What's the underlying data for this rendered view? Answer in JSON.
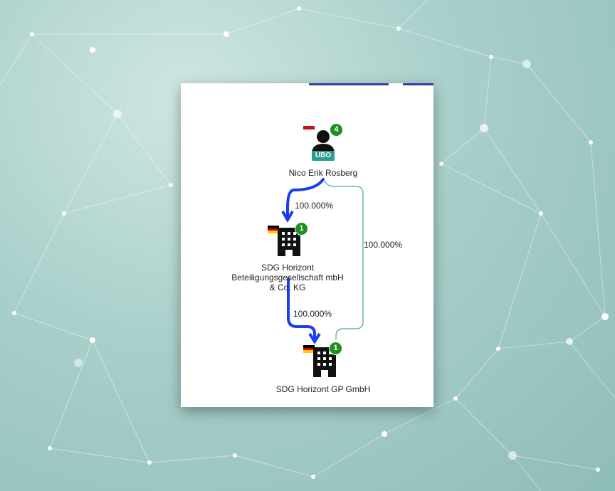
{
  "diagram": {
    "nodes": [
      {
        "id": "ubo",
        "name": "Nico Erik Rosberg",
        "type": "person",
        "badge": "4",
        "tag": "UBO"
      },
      {
        "id": "kg",
        "name_lines": [
          "SDG Horizont",
          "Beteiligungsgesellschaft mbH",
          "& Co. KG"
        ],
        "type": "company",
        "badge": "1",
        "country": "DE"
      },
      {
        "id": "gp",
        "name": "SDG Horizont GP GmbH",
        "type": "company",
        "badge": "1",
        "country": "DE"
      }
    ],
    "edges": [
      {
        "from": "ubo",
        "to": "kg",
        "label": "100.000%",
        "style": "thick-blue"
      },
      {
        "from": "kg",
        "to": "gp",
        "label": "100.000%",
        "style": "thick-blue"
      },
      {
        "from": "ubo",
        "to": "gp",
        "label": "100.000%",
        "style": "thin-teal"
      }
    ]
  },
  "colors": {
    "thick_edge": "#1a3df0",
    "thin_edge": "#4aa59a",
    "badge": "#1f8f1f",
    "ubo_tag": "#2e9c8e",
    "warning_bar": "#cc1111",
    "flag": [
      "#000000",
      "#dd0000",
      "#ffce00"
    ]
  }
}
